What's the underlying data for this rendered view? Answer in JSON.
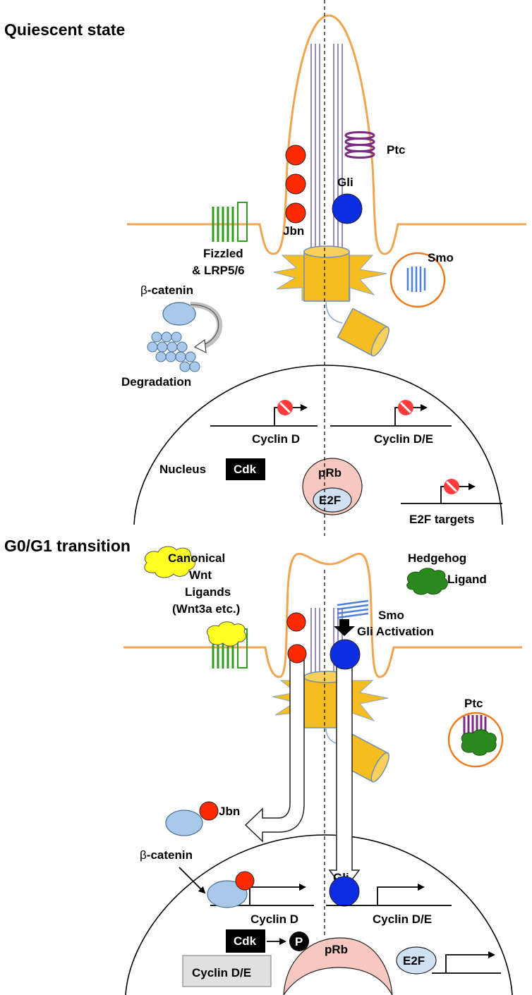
{
  "colors": {
    "membrane": "#f0a552",
    "basal_body": "#f5bd1f",
    "jbn": "#ff2a00",
    "gli": "#0d2ee0",
    "beta_catenin": "#a9c9ea",
    "ptc": "#7b2b83",
    "smo": "#4a7fe0",
    "frizzled": "#2e9e1c",
    "wnt_ligand": "#ffff22",
    "hedgehog_ligand": "#2b8a1e",
    "prb": "#f7c8c0",
    "block_sign": "#ff3b3b",
    "microtubule": "#9b89c0"
  },
  "icons": [
    "block-icon",
    "arrow-icon",
    "phosphate-icon"
  ],
  "quiescent": {
    "title": "Quiescent state",
    "ptc": "Ptc",
    "gli": "Gli",
    "jbn": "Jbn",
    "frizzled_line1": "Fizzled",
    "frizzled_line2": "& LRP5/6",
    "smo": "Smo",
    "beta_catenin_prefix": "β",
    "beta_catenin_suffix": "-catenin",
    "degradation": "Degradation",
    "cyclin_d": "Cyclin D",
    "cyclin_de": "Cyclin D/E",
    "nucleus": "Nucleus",
    "cdk": "Cdk",
    "prb": "pRb",
    "e2f": "E2F",
    "e2f_targets": "E2F targets"
  },
  "transition": {
    "title": "G0/G1 transition",
    "wnt_line1": "Canonical",
    "wnt_line2": "Wnt",
    "wnt_line3": "Ligands",
    "wnt_line4": "(Wnt3a etc.)",
    "hh_line1": "Hedgehog",
    "hh_line2": "Ligand",
    "smo": "Smo",
    "gli_activation": "Gli Activation",
    "ptc": "Ptc",
    "jbn": "Jbn",
    "beta_catenin_prefix": "β",
    "beta_catenin_suffix": "-catenin",
    "gli": "Gli",
    "cyclin_d": "Cyclin D",
    "cyclin_de": "Cyclin D/E",
    "cdk": "Cdk",
    "phospho": "P",
    "prb": "pRb",
    "cyclin_de_box": "Cyclin D/E",
    "e2f": "E2F"
  }
}
